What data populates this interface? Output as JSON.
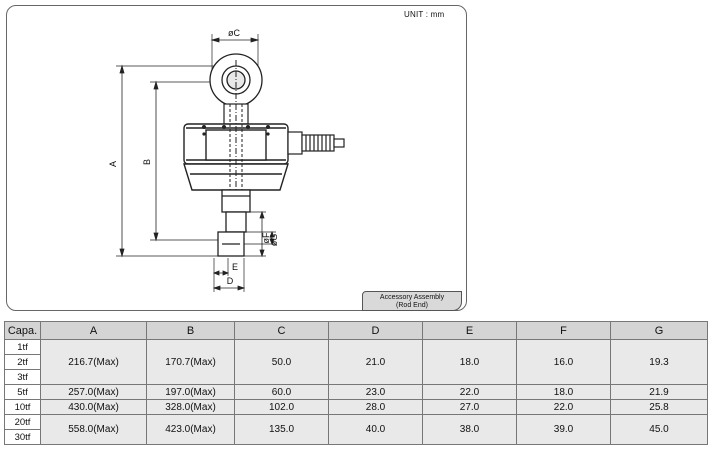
{
  "drawing": {
    "unit": "UNIT : mm",
    "accessory_line1": "Accessory Assembly",
    "accessory_line2": "(Rod End)",
    "dim_labels": {
      "a": "A",
      "b": "B",
      "c": "øC",
      "d": "D",
      "e": "E",
      "f": "øF",
      "g": "øG"
    }
  },
  "table": {
    "headers": [
      "Capa.",
      "A",
      "B",
      "C",
      "D",
      "E",
      "F",
      "G"
    ],
    "groups": [
      {
        "capas": [
          "1tf",
          "2tf",
          "3tf"
        ],
        "values": [
          "216.7(Max)",
          "170.7(Max)",
          "50.0",
          "21.0",
          "18.0",
          "16.0",
          "19.3"
        ]
      },
      {
        "capas": [
          "5tf"
        ],
        "values": [
          "257.0(Max)",
          "197.0(Max)",
          "60.0",
          "23.0",
          "22.0",
          "18.0",
          "21.9"
        ]
      },
      {
        "capas": [
          "10tf"
        ],
        "values": [
          "430.0(Max)",
          "328.0(Max)",
          "102.0",
          "28.0",
          "27.0",
          "22.0",
          "25.8"
        ]
      },
      {
        "capas": [
          "20tf",
          "30tf"
        ],
        "values": [
          "558.0(Max)",
          "423.0(Max)",
          "135.0",
          "40.0",
          "38.0",
          "39.0",
          "45.0"
        ]
      }
    ]
  }
}
